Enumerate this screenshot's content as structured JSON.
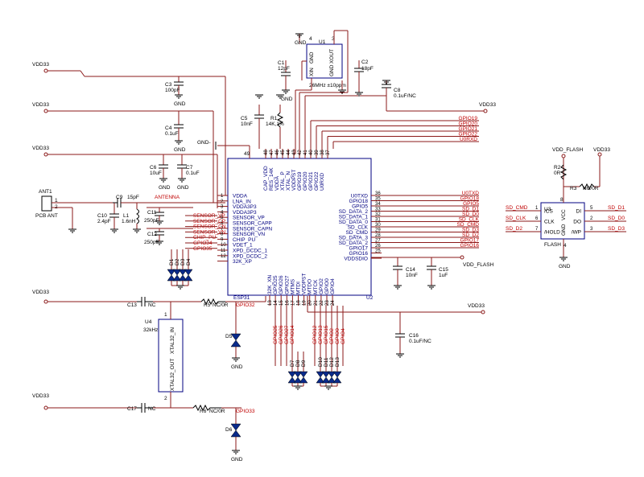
{
  "ic_esp": {
    "ref": "U2",
    "part": "ESP31"
  },
  "ic_xtal": {
    "ref": "U1",
    "part": "26MHz ±10ppm"
  },
  "ic_flash": {
    "ref": "U3",
    "part": "FLASH"
  },
  "xtal32": {
    "ref": "U4",
    "part": "32kHz",
    "pin1": "XTAL32_IN",
    "pin2": "XTAL32_OUT"
  },
  "esp_left_pins": [
    {
      "num": "1",
      "name": "VDDA"
    },
    {
      "num": "2",
      "name": "LNA_IN"
    },
    {
      "num": "3",
      "name": "VDDA3P3"
    },
    {
      "num": "4",
      "name": "VDDA3P3"
    },
    {
      "num": "5",
      "name": "SENSOR_VP"
    },
    {
      "num": "6",
      "name": "SENSOR_CAPP"
    },
    {
      "num": "7",
      "name": "SENSOR_CAPN"
    },
    {
      "num": "8",
      "name": "SENSOR_VN"
    },
    {
      "num": "9",
      "name": "CHIP_PU"
    },
    {
      "num": "10",
      "name": "VDET_1"
    },
    {
      "num": "11",
      "name": "XPD_DCDC_1"
    },
    {
      "num": "12",
      "name": "XPD_DCDC_2"
    },
    {
      "num": "",
      "name": "32K_XP"
    }
  ],
  "esp_left_nets": [
    "SENSOR_VP",
    "SENSOR_CP",
    "SENSOR_CN",
    "SENSOR_VN",
    "CHIP_PU",
    "GPIO34",
    "GPIO35"
  ],
  "esp_right_pins": [
    {
      "num": "36",
      "name": "U0TXD"
    },
    {
      "num": "35",
      "name": "GPIO18"
    },
    {
      "num": "34",
      "name": "GPIO5"
    },
    {
      "num": "33",
      "name": "SD_DATA_2"
    },
    {
      "num": "32",
      "name": "SD_DATA_1"
    },
    {
      "num": "31",
      "name": "SD_DATA_0"
    },
    {
      "num": "30",
      "name": "SD_CLK"
    },
    {
      "num": "29",
      "name": "SD_CMD"
    },
    {
      "num": "28",
      "name": "SD_DATA_3"
    },
    {
      "num": "27",
      "name": "SD_DATA_2"
    },
    {
      "num": "26",
      "name": "GPIO17"
    },
    {
      "num": "25",
      "name": "GPIO16"
    },
    {
      "num": "",
      "name": "VDDSDIO"
    }
  ],
  "esp_right_nets": [
    "U0TXD",
    "GPIO18",
    "GPIO5",
    "SD_D1",
    "SD_D0",
    "SD_CLK",
    "SD_CMD",
    "SD_D3",
    "SD_D2",
    "GPIO17",
    "GPIO16"
  ],
  "esp_top_pins": [
    {
      "num": "48",
      "name": "CAP_VDD"
    },
    {
      "num": "47",
      "name": "RES_14K"
    },
    {
      "num": "46",
      "name": "VDDA"
    },
    {
      "num": "45",
      "name": "XTAL_P"
    },
    {
      "num": "44",
      "name": "XTAL_N"
    },
    {
      "num": "43",
      "name": "VDDPST"
    },
    {
      "num": "42",
      "name": "GPIO19"
    },
    {
      "num": "41",
      "name": "GPIO20"
    },
    {
      "num": "40",
      "name": "GPIO21"
    },
    {
      "num": "39",
      "name": "GPIO22"
    },
    {
      "num": "38",
      "name": "U0RXD"
    },
    {
      "num": "37",
      "name": ""
    }
  ],
  "esp_top_nets": [
    "GPIO19",
    "GPIO20",
    "GPIO21",
    "GPIO22",
    "U0RXD"
  ],
  "esp_bottom_pins": [
    {
      "num": "13",
      "name": "32K_XN"
    },
    {
      "num": "14",
      "name": "GPIO25"
    },
    {
      "num": "15",
      "name": "GPIO26"
    },
    {
      "num": "16",
      "name": "GPIO27"
    },
    {
      "num": "17",
      "name": "MTMS"
    },
    {
      "num": "18",
      "name": "MTDI"
    },
    {
      "num": "19",
      "name": "VDDPST"
    },
    {
      "num": "20",
      "name": "MTDO"
    },
    {
      "num": "21",
      "name": "MTCK"
    },
    {
      "num": "22",
      "name": "GPIO2"
    },
    {
      "num": "23",
      "name": "GPIO0"
    },
    {
      "num": "24",
      "name": "GPIO4"
    }
  ],
  "esp_bottom_nets": [
    "GPIO25",
    "GPIO26",
    "GPIO27",
    "GPIO14",
    "GPIO12",
    "GPIO13",
    "GPIO15",
    "GPIO2",
    "GPIO0",
    "GPIO4"
  ],
  "esp_pin49": "49",
  "flash_pins": {
    "left": [
      {
        "num": "1",
        "name": "/CS",
        "net": "SD_CMD"
      },
      {
        "num": "6",
        "name": "CLK",
        "net": "SD_CLK"
      },
      {
        "num": "7",
        "name": "/HOLD",
        "net": "SD_D2"
      }
    ],
    "right": [
      {
        "num": "5",
        "name": "DI",
        "net": "SD_D1"
      },
      {
        "num": "2",
        "name": "DO",
        "net": "SD_D0"
      },
      {
        "num": "3",
        "name": "/WP",
        "net": "SD_D3"
      }
    ],
    "vcc": "VCC",
    "gnd": "GND",
    "vcc_num": "8",
    "gnd_num": "4"
  },
  "power": {
    "vdd": "VDD33",
    "vdd_flash": "VDD_FLASH",
    "gnd": "GND",
    "gnd_dash": "GND-"
  },
  "components": {
    "c1": {
      "ref": "C1",
      "val": "12pF"
    },
    "c2": {
      "ref": "C2",
      "val": "18pF"
    },
    "c3": {
      "ref": "C3",
      "val": "100pF"
    },
    "c4": {
      "ref": "C4",
      "val": "0.1uF"
    },
    "c5": {
      "ref": "C5",
      "val": "10nF"
    },
    "r1": {
      "ref": "R1",
      "val": "14K,1%"
    },
    "c6": {
      "ref": "C6",
      "val": "10uF"
    },
    "c7": {
      "ref": "C7",
      "val": "0.1uF"
    },
    "c8": {
      "ref": "C8",
      "val": "0.1uF/NC"
    },
    "c9": {
      "ref": "C9",
      "val": "15pF"
    },
    "c10": {
      "ref": "C10",
      "val": "2.4pF"
    },
    "l1": {
      "ref": "L1",
      "val": "1.6nH"
    },
    "c11": {
      "ref": "C11",
      "val": "250pF"
    },
    "c12": {
      "ref": "C12",
      "val": "250pF"
    },
    "c13": {
      "ref": "C13",
      "val": "NC"
    },
    "c14": {
      "ref": "C14",
      "val": "10nF"
    },
    "c15": {
      "ref": "C15",
      "val": "1uF"
    },
    "c16": {
      "ref": "C16",
      "val": "0.1uF/NC"
    },
    "c17": {
      "ref": "C17",
      "val": "NC"
    },
    "r2": {
      "ref": "R2",
      "val": "0R"
    },
    "r3": {
      "ref": "R3",
      "val": "NC/0R"
    },
    "r5": {
      "ref": "R5",
      "val": "NC/0R"
    },
    "r6": {
      "ref": "R6",
      "val": "NC/0R"
    },
    "d5": {
      "ref": "D5"
    },
    "d6": {
      "ref": "D6"
    },
    "d_left": [
      "D1",
      "D2",
      "D3",
      "D4"
    ],
    "d_bottom_a": [
      "D7",
      "D8",
      "D9"
    ],
    "d_bottom_b": [
      "D10",
      "D11",
      "D12",
      "D13"
    ]
  },
  "ant": {
    "ref": "ANT1",
    "part": "PCB ANT",
    "net": "ANTENNA",
    "pins": [
      "1",
      "2"
    ]
  },
  "gpio32": "GPIO32",
  "gpio33": "GPIO33",
  "u1_pins": {
    "gnd_top": "GND",
    "xout": "XOUT",
    "xin": "XIN",
    "gnd": "GND",
    "n4": "4",
    "n3": "3",
    "n1": "1",
    "n2": "2"
  }
}
